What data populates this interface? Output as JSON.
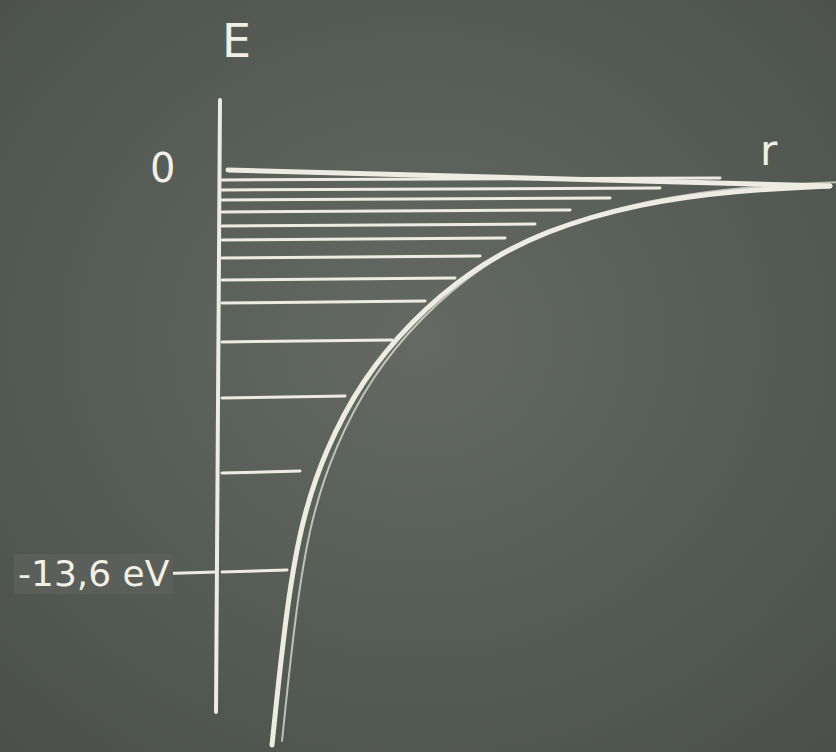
{
  "diagram": {
    "labels": [
      "E",
      "0",
      "r",
      "-13,6 eV"
    ]
  }
}
